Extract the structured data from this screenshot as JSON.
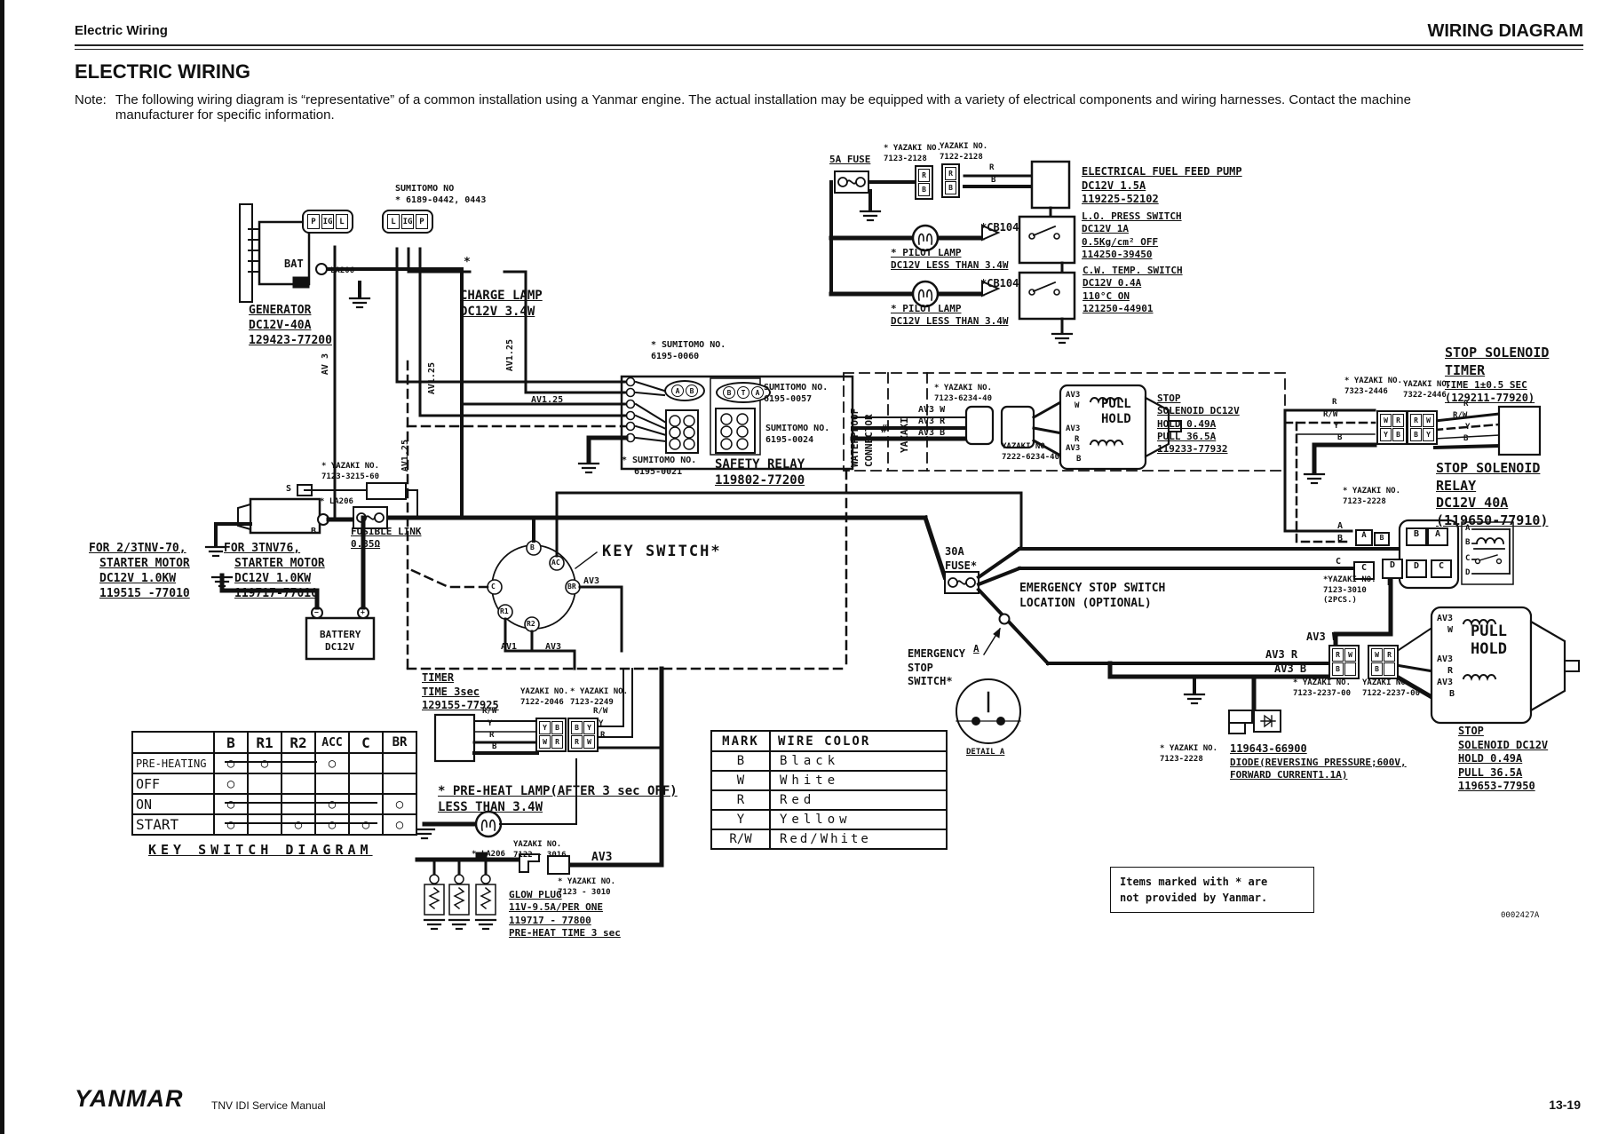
{
  "page": {
    "header_left": "Electric Wiring",
    "header_right": "WIRING DIAGRAM",
    "title": "ELECTRIC WIRING",
    "note_label": "Note:",
    "note_line1": "The following wiring diagram is “representative” of a common installation using a Yanmar engine. The actual installation may be equipped with a variety of electrical components and wiring harnesses. Contact the machine",
    "note_line2": "manufacturer for specific information.",
    "doc_number": "0002427A",
    "footer_logo": "YANMAR",
    "footer_manual": "TNV IDI Service Manual",
    "footer_page": "13-19"
  },
  "labels": {
    "gen_conn_l1": "SUMITOMO NO",
    "gen_conn_l2": "* 6189-0442, 0443",
    "bat": "BAT",
    "la206": "LA206",
    "gen1": "GENERATOR",
    "gen2": "DC12V-40A",
    "gen3": "129423-77200",
    "charge_star": "*",
    "charge1": "CHARGE LAMP",
    "charge2": "DC12V 3.4W",
    "av3_vert": "AV 3",
    "av125": "AV1.25",
    "fuse5a": "5A FUSE",
    "yzA1": "* YAZAKI NO.",
    "yzA2": "7123-2128",
    "yzB1": "YAZAKI NO.",
    "yzB2": "7122-2128",
    "pump1": "ELECTRICAL FUEL FEED PUMP",
    "pump2": "DC12V 1.5A",
    "pump3": "119225-52102",
    "cb104": "*CB104",
    "lop1": "L.O. PRESS SWITCH",
    "lop2": "DC12V 1A",
    "lop3": "0.5Kg/cm² OFF",
    "lop4": "114250-39450",
    "pilot1": "* PILOT LAMP",
    "pilot2": "DC12V LESS THAN 3.4W",
    "cwt1": "C.W. TEMP. SWITCH",
    "cwt2": "DC12V 0.4A",
    "cwt3": "110°C ON",
    "cwt4": "121250-44901",
    "sum60a": "* SUMITOMO NO.",
    "sum60b": "6195-0060",
    "sum57a": "SUMITOMO NO.",
    "sum57b": "6195-0057",
    "sum24a": "SUMITOMO NO.",
    "sum24b": "6195-0024",
    "sum21a": "* SUMITOMO NO.",
    "sum21b": "6195-0021",
    "saf1": "SAFETY RELAY",
    "saf2": "119802-77200",
    "wp1": "WATERPROOF",
    "wp2": "CONNECTOR",
    "wp3": "YAZAKI",
    "yzC1": "* YAZAKI NO.",
    "yzC2": "7123-6234-40",
    "yzD1": "YAZAKI NO",
    "yzD2": "7222-6234-40",
    "sol_stop": "STOP",
    "sol_dc": "SOLENOID DC12V",
    "sol_hold": "HOLD 0.49A",
    "sol_pull": "PULL 36.5A",
    "sol1_pn": "119233-77932",
    "sol2_pn": "119653-77950",
    "pull": "PULL",
    "hold": "HOLD",
    "sst1": "STOP SOLENOID",
    "sst2": "TIMER",
    "sst3": "TIME 1±0.5 SEC",
    "sst4": "(129211-77920)",
    "yzE1": "* YAZAKI NO.",
    "yzE2": "7323-2446",
    "yzF1": "YAZAKI NO.",
    "yzF2": "7322-2446",
    "ssr2": "RELAY",
    "ssr3": "DC12V 40A",
    "ssr4": "(119650-77910)",
    "yzG1": "* YAZAKI NO.",
    "yzG2": "7123-2228",
    "yzH1": "*YAZAKI NO.",
    "yzH2": "7123-3010",
    "yzH3": "(2PCS.)",
    "fuse30a": "30A",
    "fuse30b": "FUSE*",
    "ess1": "EMERGENCY STOP SWITCH",
    "ess2": "LOCATION (OPTIONAL)",
    "esw1": "EMERGENCY",
    "esw2": "STOP",
    "esw3": "SWITCH*",
    "detail_a": "DETAIL A",
    "fl1": "FUSIBLE LINK",
    "fl2": "0.85Ω",
    "yzI1": "* YAZAKI NO.",
    "yzI2": "7123-3215-60",
    "la206s": "* LA206",
    "sm1a": "FOR 2/3TNV-70,",
    "smb": "STARTER MOTOR",
    "smc": "DC12V 1.0KW",
    "sm1d": "119515 -77010",
    "sm2a": "FOR 3TNV76,",
    "sm2d": "119717-77010",
    "bat1": "BATTERY",
    "bat2": "DC12V",
    "ks": "KEY SWITCH*",
    "tm1": "TIMER",
    "tm2": "TIME 3sec",
    "tm3": "129155-77925",
    "yzJ1": "YAZAKI NO.",
    "yzJ2": "7122-2046",
    "yzK1": "* YAZAKI NO.",
    "yzK2": "7123-2249",
    "ph1": "* PRE-HEAT LAMP(AFTER 3 sec OFF)",
    "ph2": "LESS THAN 3.4W",
    "la206g": "* LA206",
    "yzL1": "YAZAKI NO.",
    "yzL2": "7122 - 3016",
    "yzM1": "* YAZAKI NO.",
    "yzM2": "7123 - 3010",
    "gp1": "GLOW PLUG",
    "gp2": "11V-9.5A/PER ONE",
    "gp3": "119717 - 77800",
    "gp4": "PRE-HEAT TIME 3 sec",
    "av3wl": "AV3 W",
    "av3rl": "AV3 R",
    "av3bl": "AV3 B",
    "yzN1": "* YAZAKI NO.",
    "yzN2": "7123-2237-00",
    "yzO1": "YAZAKI NO.",
    "yzO2": "7122-2237-00",
    "dio1": "119643-66900",
    "dio2": "DIODE(REVERSING PRESSURE;600V,",
    "dio3": "FORWARD CURRENT1.1A)",
    "hash": "#",
    "av3_stack": "AV3"
  },
  "letters": {
    "b": "B",
    "w": "W",
    "r": "R",
    "y": "Y",
    "rw": "R/W",
    "a": "A",
    "c": "C",
    "d": "D",
    "s": "S",
    "t": "T",
    "p": "P",
    "ig": "IG",
    "l": "L",
    "av1": "AV1",
    "av3": "AV3",
    "ac": "AC",
    "br": "BR",
    "r1": "R1",
    "r2": "R2",
    "plus": "+",
    "minus": "−"
  },
  "tables": {
    "wire_color": {
      "headers": [
        "MARK",
        "WIRE COLOR"
      ],
      "rows": [
        [
          "B",
          "Black"
        ],
        [
          "W",
          "White"
        ],
        [
          "R",
          "Red"
        ],
        [
          "Y",
          "Yellow"
        ],
        [
          "R/W",
          "Red/White"
        ]
      ]
    },
    "key_switch": {
      "caption": "KEY SWITCH DIAGRAM",
      "headers": [
        "",
        "B",
        "R1",
        "R2",
        "ACC",
        "C",
        "BR"
      ],
      "rows": [
        {
          "label": "PRE-HEATING",
          "cells": [
            "○",
            "○",
            "",
            "○",
            "",
            ""
          ]
        },
        {
          "label": "OFF",
          "cells": [
            "○",
            "",
            "",
            "",
            "",
            ""
          ]
        },
        {
          "label": "ON",
          "cells": [
            "○",
            "",
            "",
            "○",
            "",
            "○"
          ]
        },
        {
          "label": "START",
          "cells": [
            "○",
            "",
            "○",
            "○",
            "○",
            "○"
          ]
        }
      ]
    }
  },
  "note_box": {
    "line1": "Items marked with * are",
    "line2": "not provided by Yanmar."
  },
  "colors": {
    "line": "#111111",
    "bg": "#ffffff"
  }
}
